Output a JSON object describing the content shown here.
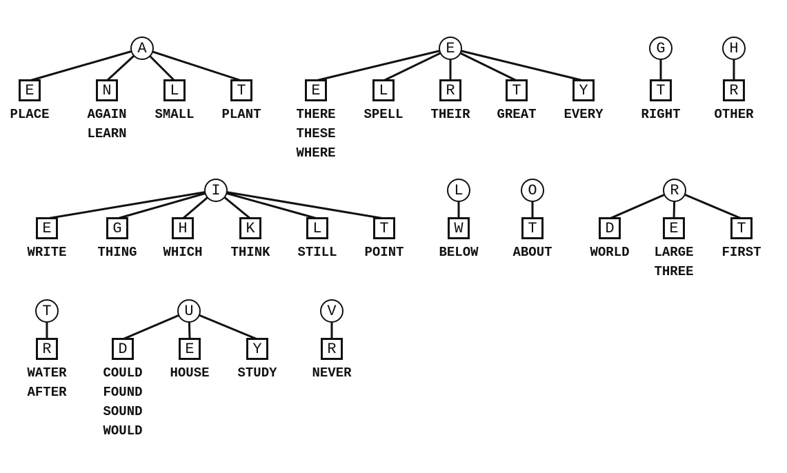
{
  "trees": [
    {
      "root": "A",
      "children": [
        {
          "letter": "E",
          "words": [
            "PLACE"
          ]
        },
        {
          "letter": "N",
          "words": [
            "AGAIN",
            "LEARN"
          ]
        },
        {
          "letter": "L",
          "words": [
            "SMALL"
          ]
        },
        {
          "letter": "T",
          "words": [
            "PLANT"
          ]
        }
      ]
    },
    {
      "root": "E",
      "children": [
        {
          "letter": "E",
          "words": [
            "THERE",
            "THESE",
            "WHERE"
          ]
        },
        {
          "letter": "L",
          "words": [
            "SPELL"
          ]
        },
        {
          "letter": "R",
          "words": [
            "THEIR"
          ]
        },
        {
          "letter": "T",
          "words": [
            "GREAT"
          ]
        },
        {
          "letter": "Y",
          "words": [
            "EVERY"
          ]
        }
      ]
    },
    {
      "root": "G",
      "children": [
        {
          "letter": "T",
          "words": [
            "RIGHT"
          ]
        }
      ]
    },
    {
      "root": "H",
      "children": [
        {
          "letter": "R",
          "words": [
            "OTHER"
          ]
        }
      ]
    },
    {
      "root": "I",
      "children": [
        {
          "letter": "E",
          "words": [
            "WRITE"
          ]
        },
        {
          "letter": "G",
          "words": [
            "THING"
          ]
        },
        {
          "letter": "H",
          "words": [
            "WHICH"
          ]
        },
        {
          "letter": "K",
          "words": [
            "THINK"
          ]
        },
        {
          "letter": "L",
          "words": [
            "STILL"
          ]
        },
        {
          "letter": "T",
          "words": [
            "POINT"
          ]
        }
      ]
    },
    {
      "root": "L",
      "children": [
        {
          "letter": "W",
          "words": [
            "BELOW"
          ]
        }
      ]
    },
    {
      "root": "O",
      "children": [
        {
          "letter": "T",
          "words": [
            "ABOUT"
          ]
        }
      ]
    },
    {
      "root": "R",
      "children": [
        {
          "letter": "D",
          "words": [
            "WORLD"
          ]
        },
        {
          "letter": "E",
          "words": [
            "LARGE",
            "THREE"
          ]
        },
        {
          "letter": "T",
          "words": [
            "FIRST"
          ]
        }
      ]
    },
    {
      "root": "T",
      "children": [
        {
          "letter": "R",
          "words": [
            "WATER",
            "AFTER"
          ]
        }
      ]
    },
    {
      "root": "U",
      "children": [
        {
          "letter": "D",
          "words": [
            "COULD",
            "FOUND",
            "SOUND",
            "WOULD"
          ]
        },
        {
          "letter": "E",
          "words": [
            "HOUSE"
          ]
        },
        {
          "letter": "Y",
          "words": [
            "STUDY"
          ]
        }
      ]
    },
    {
      "root": "V",
      "children": [
        {
          "letter": "R",
          "words": [
            "NEVER"
          ]
        }
      ]
    }
  ]
}
